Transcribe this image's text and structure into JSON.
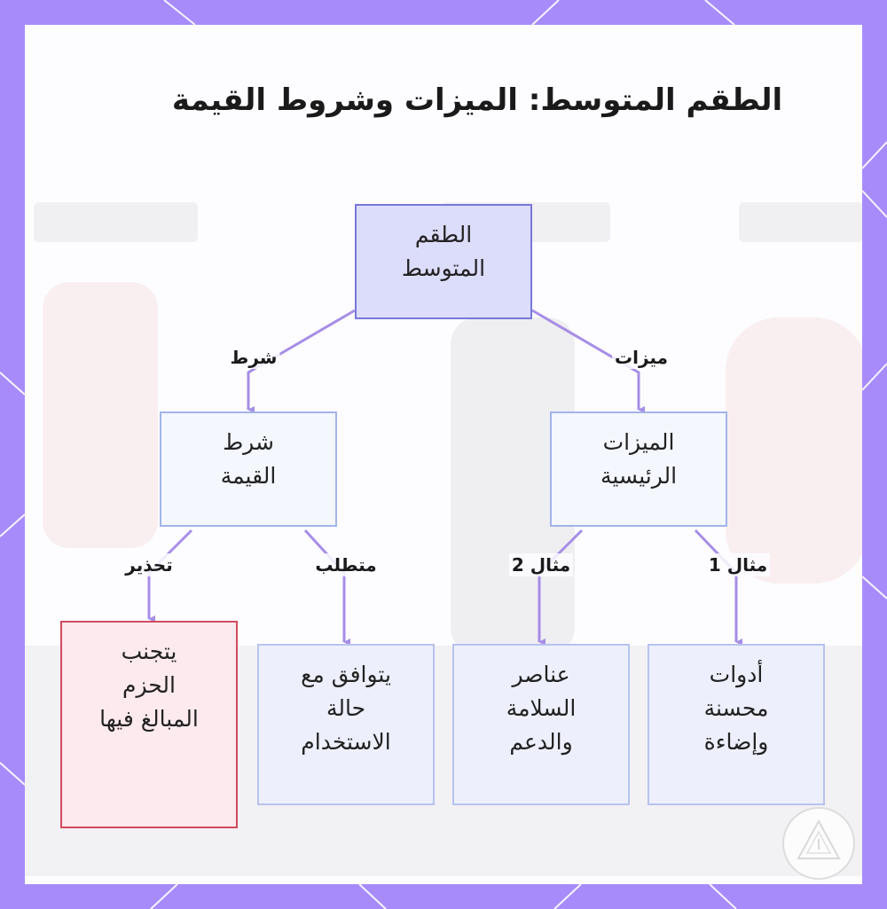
{
  "title": "الطقم المتوسط: الميزات وشروط القيمة",
  "colors": {
    "frame": "#a78bfa",
    "root_fill": "#dcdcfb",
    "root_border": "#7878d8",
    "node_fill": "#f4f7fe",
    "node_border": "#a3b4ea",
    "warning_fill": "#fdeaee",
    "warning_border": "#d24b5e",
    "edge": "#a68ee6"
  },
  "nodes": {
    "root": {
      "lines": [
        "الطقم",
        "المتوسط"
      ]
    },
    "value_condition": {
      "lines": [
        "شرط",
        "القيمة"
      ]
    },
    "key_features": {
      "lines": [
        "الميزات",
        "الرئيسية"
      ]
    },
    "avoid_overpriced": {
      "lines": [
        "يتجنب",
        "الحزم",
        "المبالغ فيها"
      ]
    },
    "fits_use_case": {
      "lines": [
        "يتوافق مع",
        "حالة",
        "الاستخدام"
      ]
    },
    "safety_support": {
      "lines": [
        "عناصر",
        "السلامة",
        "والدعم"
      ]
    },
    "tools_lighting": {
      "lines": [
        "أدوات",
        "محسنة",
        "وإضاءة"
      ]
    }
  },
  "edges": {
    "root_to_condition": "شرط",
    "root_to_features": "ميزات",
    "condition_to_avoid": "تحذير",
    "condition_to_fit": "متطلب",
    "features_to_safety": "مثال 2",
    "features_to_tools": "مثال 1"
  }
}
